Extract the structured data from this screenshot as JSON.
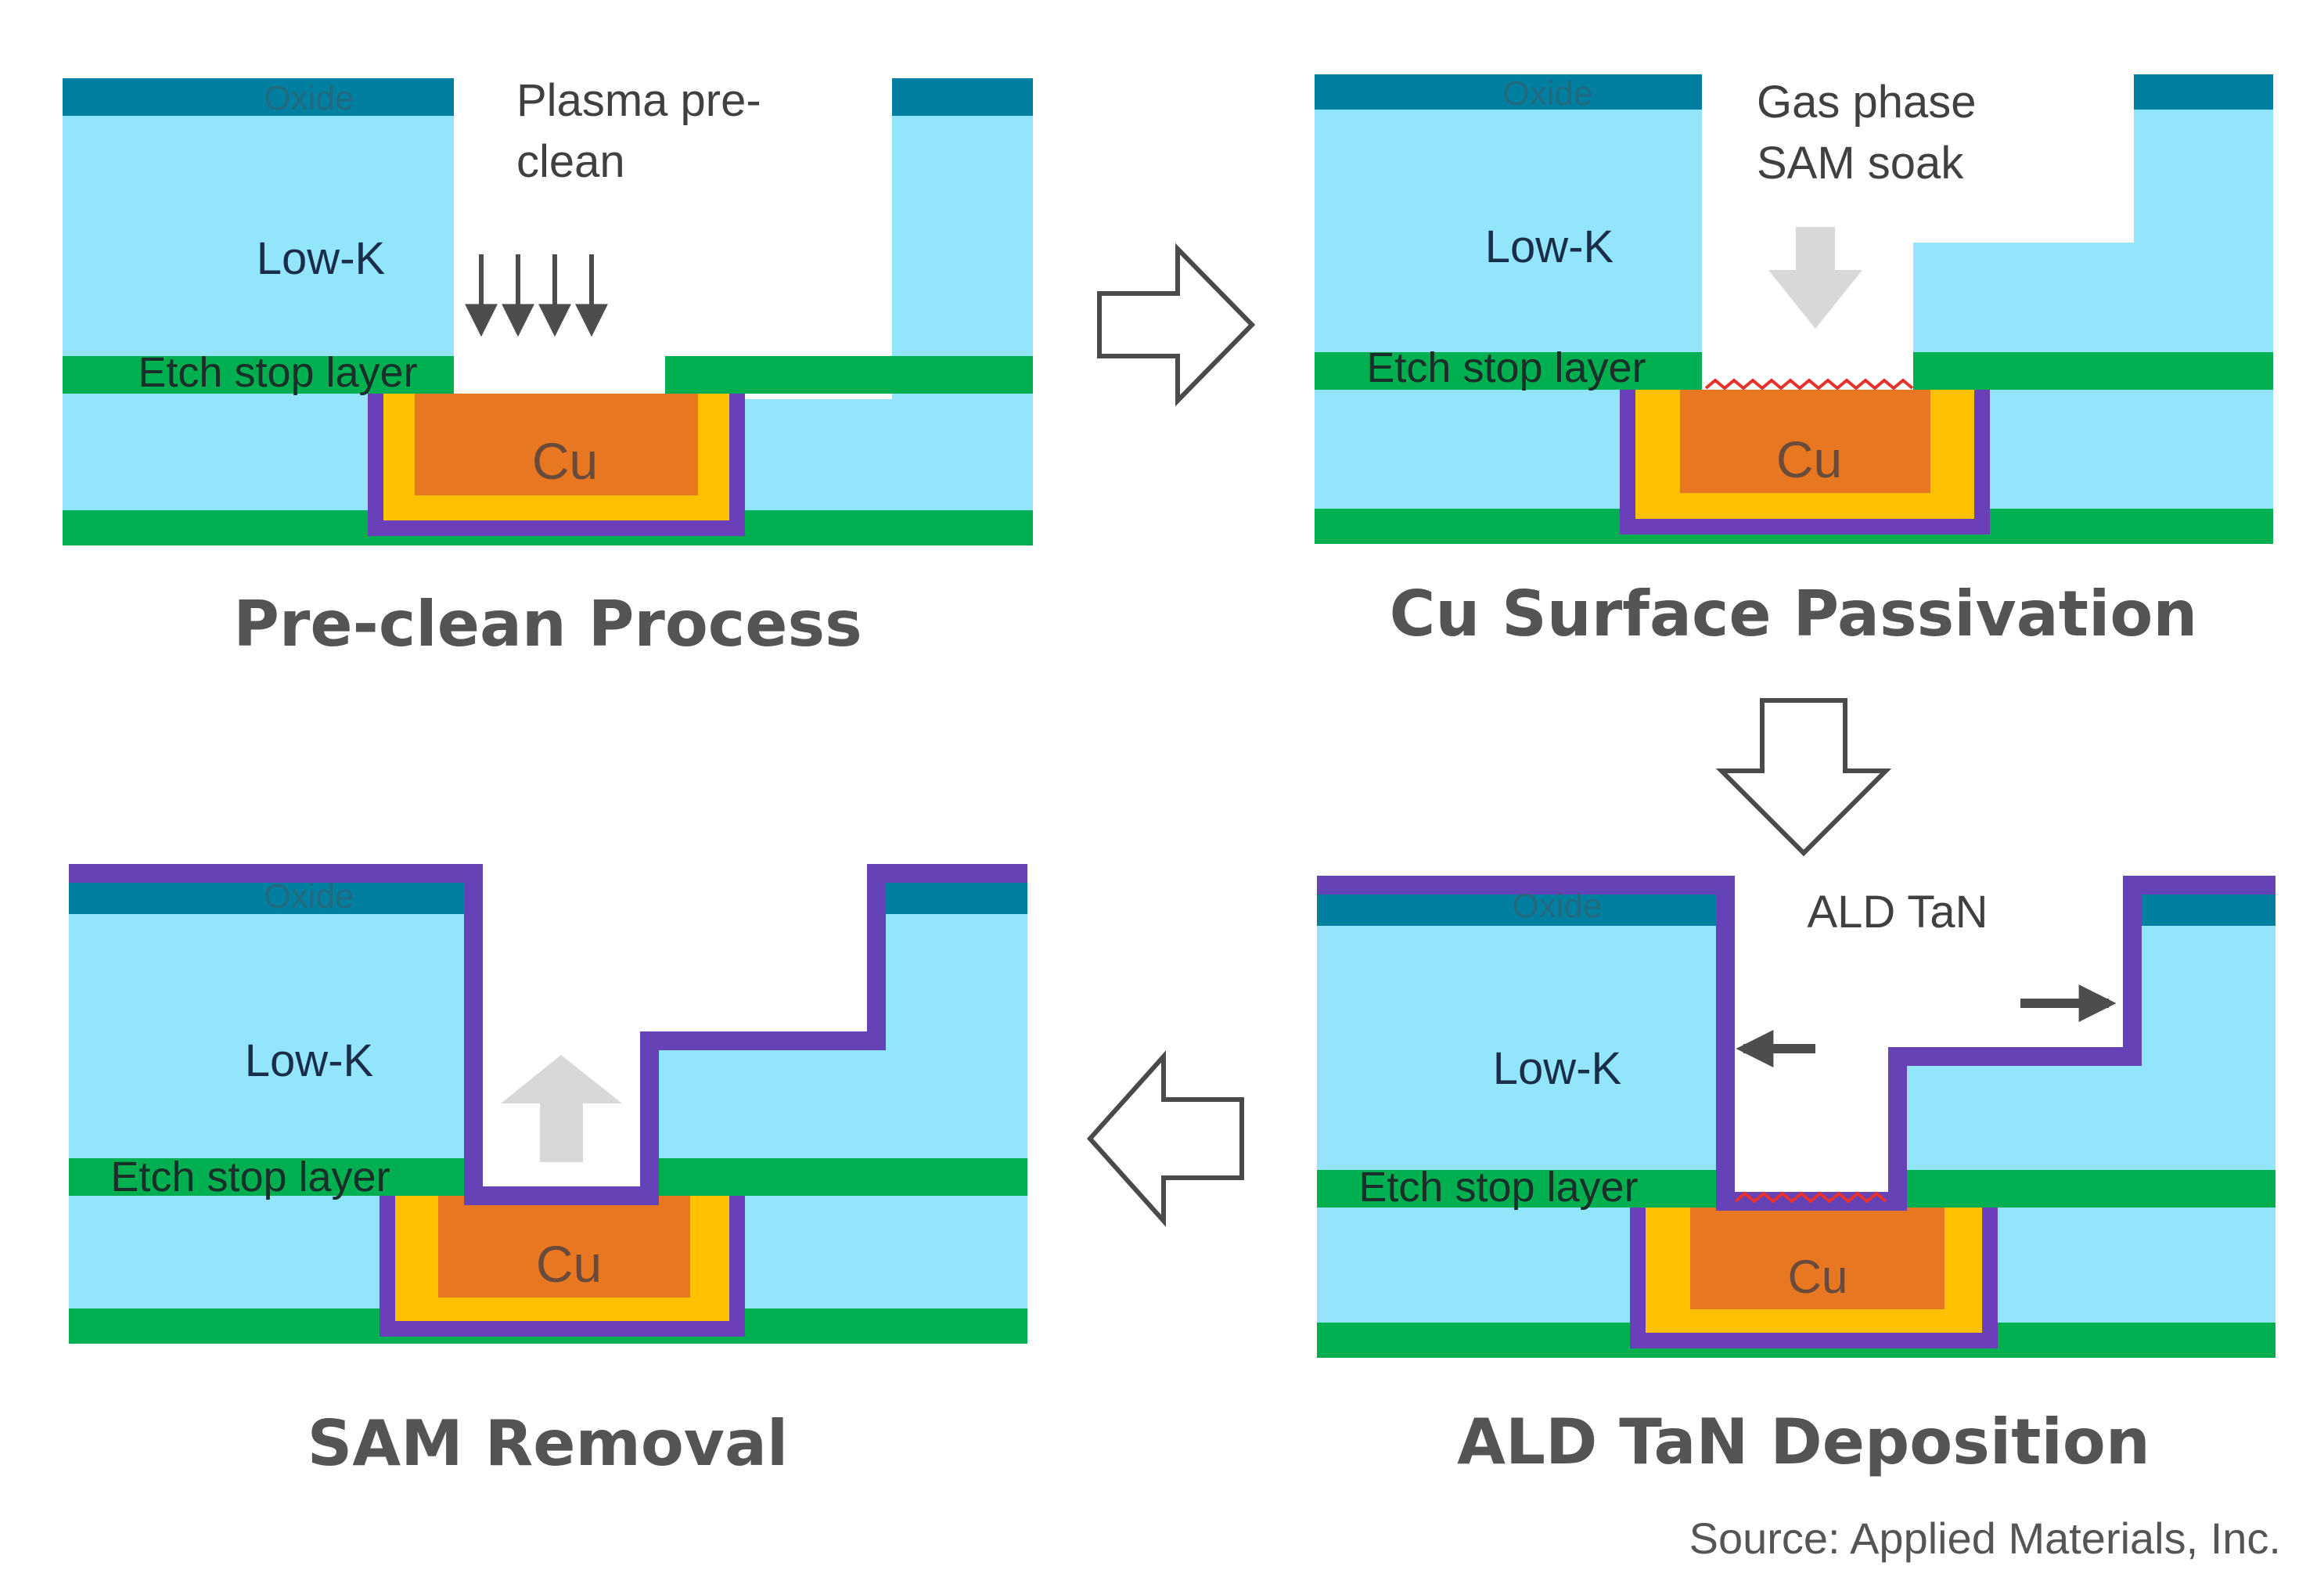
{
  "colors": {
    "oxide": "#007fa0",
    "low_k": "#92e5fa",
    "etch_stop": "#00af50",
    "copper": "#e87722",
    "barrier_gold": "#ffc000",
    "barrier_purple": "#6b3fba",
    "tan": "#6542b6",
    "sam": "#e8332c",
    "arrow_gray": "#d8d8d6",
    "text": "#333333",
    "title": "#545454"
  },
  "labels": {
    "oxide": "Oxide",
    "low_k": "Low-K",
    "etch_stop": "Etch stop layer",
    "cu": "Cu"
  },
  "panels": {
    "preclean": {
      "title": "Pre-clean Process",
      "note_line1": "Plasma pre-",
      "note_line2": "clean"
    },
    "passivation": {
      "title": "Cu Surface Passivation",
      "note_line1": "Gas phase",
      "note_line2": "SAM soak"
    },
    "deposition": {
      "title": "ALD TaN Deposition",
      "note": "ALD TaN"
    },
    "removal": {
      "title": "SAM Removal"
    }
  },
  "source": "Source: Applied Materials, Inc."
}
